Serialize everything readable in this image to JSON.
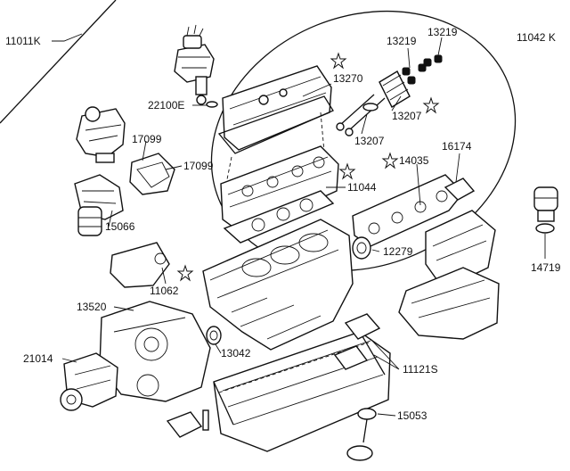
{
  "colors": {
    "ink": "#111111",
    "paper": "#ffffff"
  },
  "header": {
    "left_ref": "11011K",
    "right_ref": "11042 K"
  },
  "labels": {
    "p13219a": "13219",
    "p13219b": "13219",
    "p13270": "13270",
    "p22100e": "22100E",
    "p13207a": "13207",
    "p13207b": "13207",
    "p17099a": "17099",
    "p17099b": "17099",
    "p14035": "14035",
    "p16174": "16174",
    "p11044": "11044",
    "p15066": "15066",
    "p12279": "12279",
    "p11062": "11062",
    "p14719": "14719",
    "p13520": "13520",
    "p21014": "21014",
    "p13042": "13042",
    "p11121s": "11121S",
    "p15053": "15053"
  },
  "icons": {
    "star": "star-icon"
  }
}
